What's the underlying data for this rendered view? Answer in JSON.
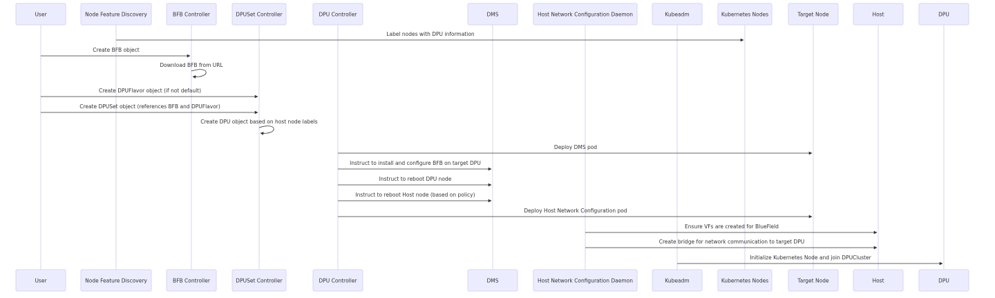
{
  "diagram": {
    "type": "sequence",
    "participants": [
      "User",
      "Node Feature Discovery",
      "BFB Controller",
      "DPUSet Controller",
      "DPU Controller",
      "DMS",
      "Host Network Configuration Daemon",
      "Kubeadm",
      "Kubernetes Nodes",
      "Target Node",
      "Host",
      "DPU"
    ],
    "messages": [
      {
        "from": "Node Feature Discovery",
        "to": "Kubernetes Nodes",
        "text": "Label nodes with DPU information"
      },
      {
        "from": "User",
        "to": "BFB Controller",
        "text": "Create BFB object"
      },
      {
        "from": "BFB Controller",
        "to": "BFB Controller",
        "text": "Download BFB from URL"
      },
      {
        "from": "User",
        "to": "DPUSet Controller",
        "text": "Create DPUFlavor object (if not default)"
      },
      {
        "from": "User",
        "to": "DPUSet Controller",
        "text": "Create DPUSet object (references BFB and DPUFlavor)"
      },
      {
        "from": "DPUSet Controller",
        "to": "DPUSet Controller",
        "text": "Create DPU object based on host node labels"
      },
      {
        "from": "DPU Controller",
        "to": "Target Node",
        "text": "Deploy DMS pod"
      },
      {
        "from": "DPU Controller",
        "to": "DMS",
        "text": "Instruct to install and configure BFB on target DPU"
      },
      {
        "from": "DPU Controller",
        "to": "DMS",
        "text": "Instruct to reboot DPU node"
      },
      {
        "from": "DPU Controller",
        "to": "DMS",
        "text": "Instruct to reboot Host node (based on policy)"
      },
      {
        "from": "DPU Controller",
        "to": "Target Node",
        "text": "Deploy Host Network Configuration pod"
      },
      {
        "from": "Host Network Configuration Daemon",
        "to": "Host",
        "text": "Ensure VFs are created for BlueField"
      },
      {
        "from": "Host Network Configuration Daemon",
        "to": "Host",
        "text": "Create bridge for network communication to target DPU"
      },
      {
        "from": "Kubeadm",
        "to": "DPU",
        "text": "Initialize Kubernetes Node and join DPUCluster"
      }
    ]
  },
  "colors": {
    "actor_fill": "#ececff",
    "actor_stroke": "#d4d4f7",
    "lifeline": "#c9c9ec",
    "line": "#333333",
    "text": "#333333"
  }
}
